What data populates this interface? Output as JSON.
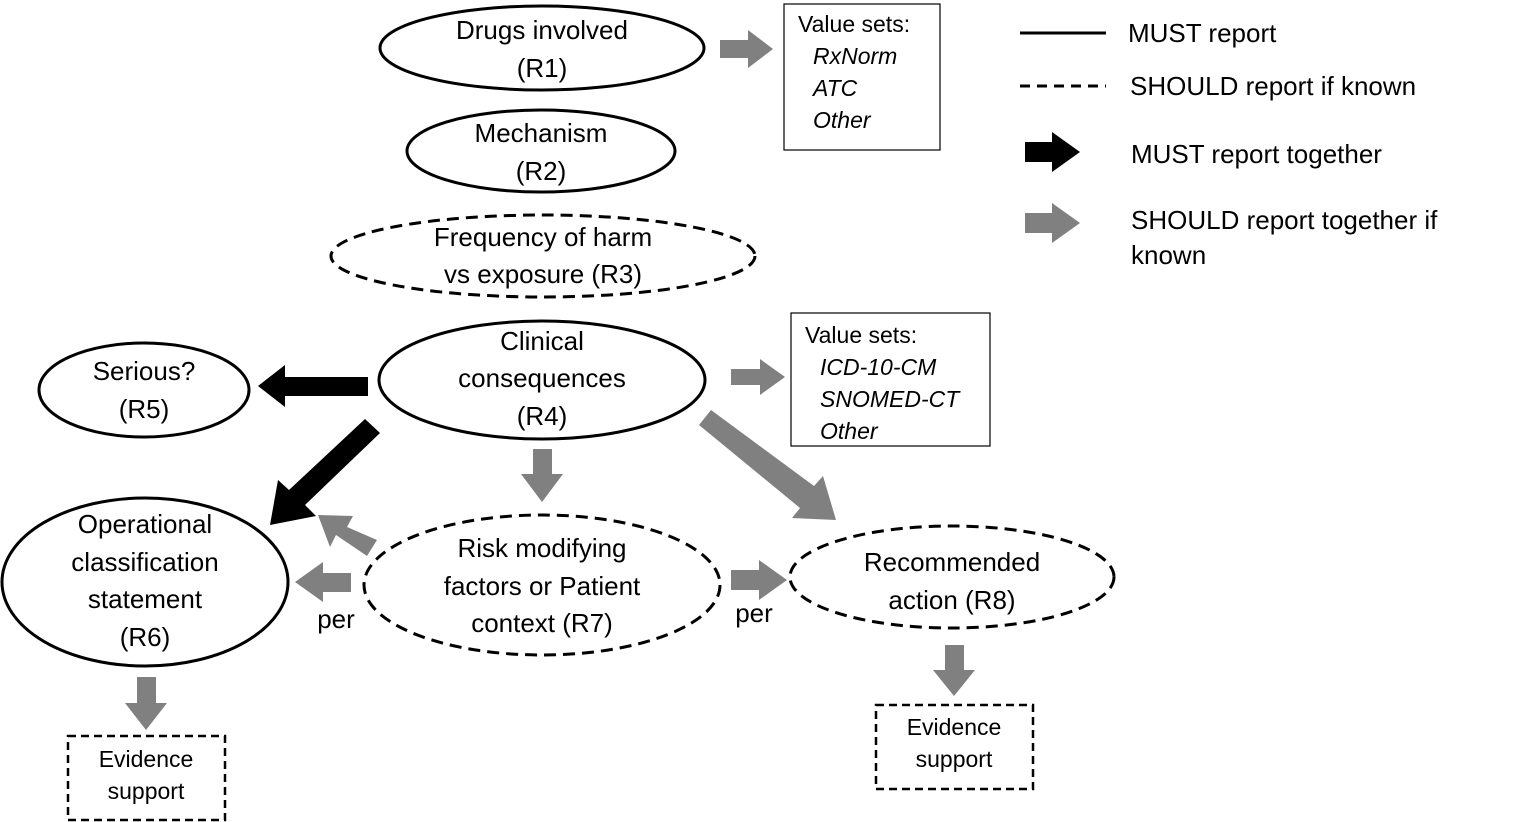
{
  "nodes": {
    "r1": {
      "line1": "Drugs involved",
      "line2": "(R1)"
    },
    "r2": {
      "line1": "Mechanism",
      "line2": "(R2)"
    },
    "r3": {
      "line1": "Frequency of harm",
      "line2": "vs exposure (R3)"
    },
    "r4": {
      "line1": "Clinical",
      "line2": "consequences",
      "line3": "(R4)"
    },
    "r5": {
      "line1": "Serious?",
      "line2": "(R5)"
    },
    "r6": {
      "line1": "Operational",
      "line2": "classification",
      "line3": "statement",
      "line4": "(R6)"
    },
    "r7": {
      "line1": "Risk modifying",
      "line2": "factors or Patient",
      "line3": "context (R7)"
    },
    "r8": {
      "line1": "Recommended",
      "line2": "action (R8)"
    }
  },
  "value_sets_drugs": {
    "title": "Value sets:",
    "items": [
      "RxNorm",
      "ATC",
      "Other"
    ]
  },
  "value_sets_consequences": {
    "title": "Value sets:",
    "items": [
      "ICD-10-CM",
      "SNOMED-CT",
      "Other"
    ]
  },
  "evidence_left": {
    "line1": "Evidence",
    "line2": "support"
  },
  "evidence_right": {
    "line1": "Evidence",
    "line2": "support"
  },
  "edge_labels": {
    "per_left": "per",
    "per_right": "per"
  },
  "legend": {
    "must_report": "MUST report",
    "should_report": "SHOULD report if known",
    "must_together": "MUST report together",
    "should_together_line1": "SHOULD report together if",
    "should_together_line2": "known"
  },
  "colors": {
    "must_arrow": "#000000",
    "should_arrow": "#808080"
  }
}
